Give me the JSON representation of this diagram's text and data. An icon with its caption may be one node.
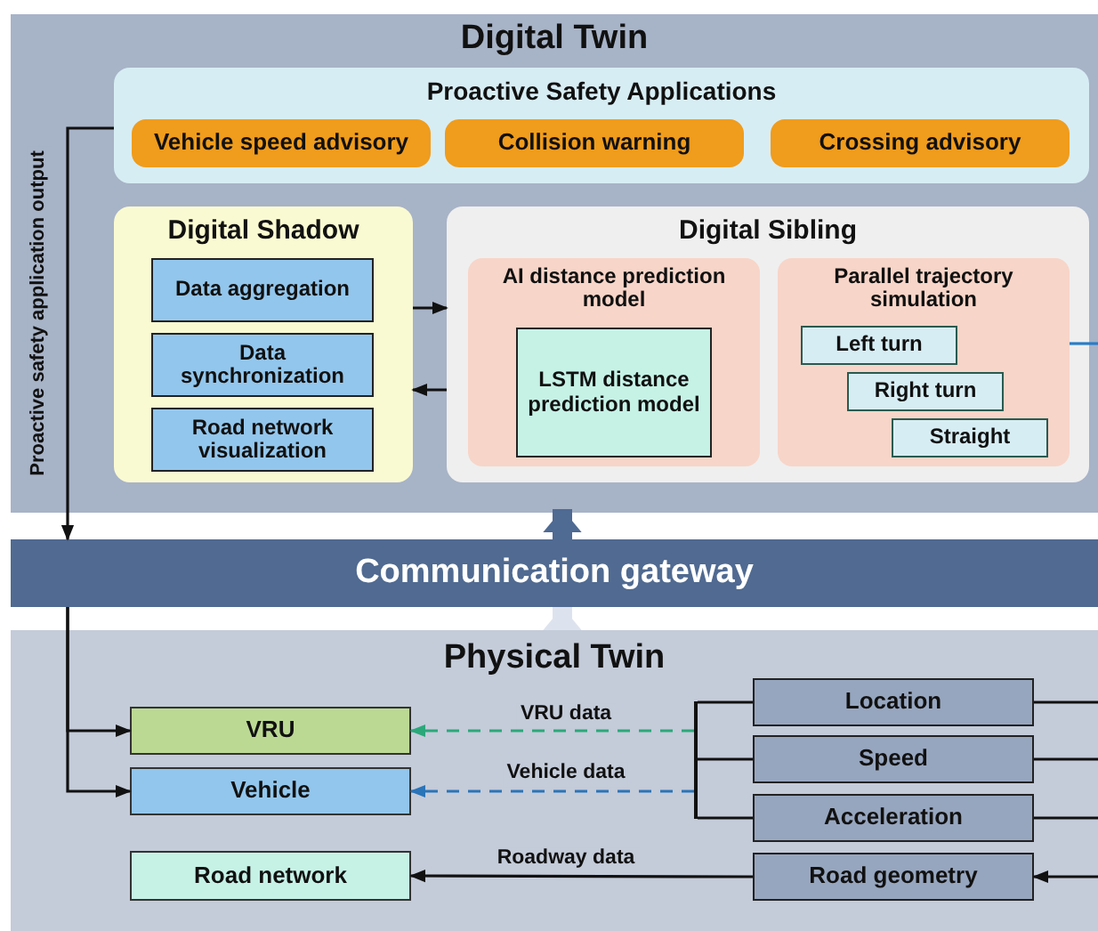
{
  "diagram": {
    "nodes": [
      {
        "text": [
          "Digital Twin"
        ]
      },
      {
        "text": [
          "Proactive Safety Applications"
        ],
        "in": 0
      },
      {
        "text": [
          "Vehicle speed advisory"
        ],
        "in": 1
      },
      {
        "text": [
          "Collision warning"
        ],
        "in": 1
      },
      {
        "text": [
          "Crossing advisory"
        ],
        "in": 1
      },
      {
        "text": [
          "Digital Shadow"
        ],
        "in": 0
      },
      {
        "text": [
          "Data aggregation"
        ],
        "in": 5
      },
      {
        "text": [
          "Data synchronization"
        ],
        "in": 5
      },
      {
        "text": [
          "Road network visualization"
        ],
        "in": 5
      },
      {
        "text": [
          "Digital Sibling"
        ],
        "in": 0
      },
      {
        "text": [
          "AI distance prediction model"
        ],
        "in": 9
      },
      {
        "text": [
          "LSTM distance prediction model"
        ],
        "in": 10
      },
      {
        "text": [
          "Parallel trajectory simulation"
        ],
        "in": 9
      },
      {
        "text": [
          "Left turn"
        ],
        "in": 12
      },
      {
        "text": [
          "Right turn"
        ],
        "in": 12
      },
      {
        "text": [
          "Straight"
        ],
        "in": 12
      },
      {
        "text": [
          "Communication gateway"
        ]
      },
      {
        "text": [
          "Physical Twin"
        ]
      },
      {
        "text": [
          "VRU"
        ],
        "in": 17
      },
      {
        "text": [
          "Vehicle"
        ],
        "in": 17
      },
      {
        "text": [
          "Road network"
        ],
        "in": 17
      },
      {
        "text": [
          "Location"
        ],
        "in": 17
      },
      {
        "text": [
          "Speed"
        ],
        "in": 17
      },
      {
        "text": [
          "Acceleration"
        ],
        "in": 17
      },
      {
        "text": [
          "Road geometry"
        ],
        "in": 17
      },
      {
        "text": [],
        "shape": "bar",
        "in": 17
      }
    ],
    "edges": [
      {
        "from": 1,
        "to": 16,
        "arrow": "to",
        "label": "Proactive safety application output"
      },
      {
        "from": 16,
        "to": 18,
        "arrow": "to"
      },
      {
        "from": 16,
        "to": 19,
        "arrow": "to"
      },
      {
        "from": 5,
        "to": 9,
        "arrow": "to"
      },
      {
        "from": 9,
        "to": 5,
        "arrow": "to"
      },
      {
        "from": 16,
        "to": 0,
        "arrow": "to",
        "style": "thick",
        "color": "#4f6a93"
      },
      {
        "from": 17,
        "to": 16,
        "arrow": "to",
        "style": "thick",
        "color": "#dde3ee"
      },
      {
        "from": 12,
        "to": null,
        "arrow": "none",
        "color": "#2a7cc7"
      },
      {
        "from": 21,
        "to": 25,
        "arrow": "none"
      },
      {
        "from": 22,
        "to": 25,
        "arrow": "none"
      },
      {
        "from": 23,
        "to": 25,
        "arrow": "none"
      },
      {
        "from": 25,
        "to": 18,
        "arrow": "to",
        "style": "dashed",
        "color": "#2aa87a",
        "label": "VRU data"
      },
      {
        "from": 25,
        "to": 19,
        "arrow": "to",
        "style": "dashed",
        "color": "#2a74b8",
        "label": "Vehicle data"
      },
      {
        "from": 24,
        "to": 20,
        "arrow": "to",
        "label": "Roadway data"
      },
      {
        "from": 21,
        "to": null,
        "arrow": "none"
      },
      {
        "from": 22,
        "to": null,
        "arrow": "none"
      },
      {
        "from": 23,
        "to": null,
        "arrow": "none"
      },
      {
        "from": null,
        "to": 24,
        "arrow": "to"
      }
    ]
  }
}
